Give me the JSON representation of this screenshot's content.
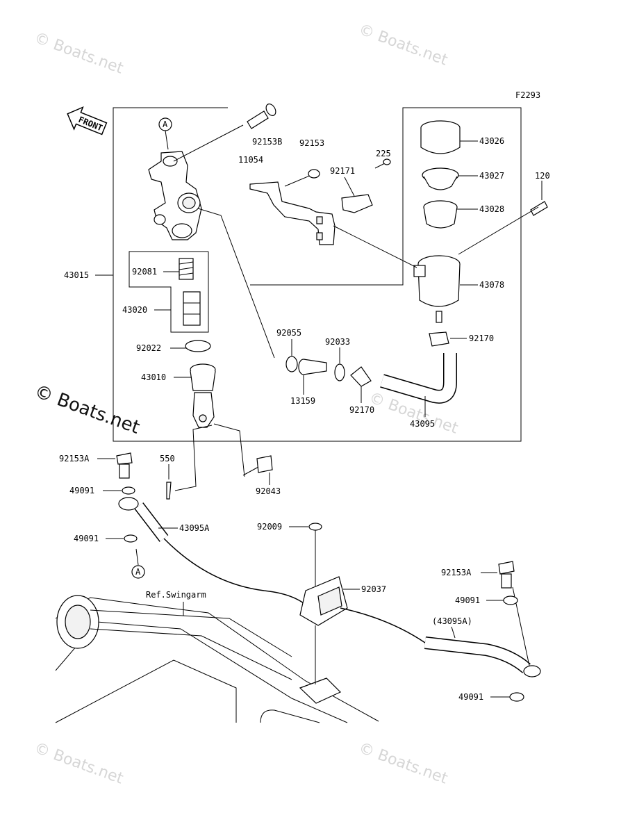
{
  "figure_code": "F2293",
  "front_label": "FRONT",
  "ref_label": "Ref.Swingarm",
  "callout_a": "A",
  "watermark": "© Boats.net",
  "colors": {
    "ink": "#000000",
    "watermark": "#d6d6d6",
    "background": "#ffffff"
  },
  "parts": {
    "p92153B": "92153B",
    "p92153": "92153",
    "p11054": "11054",
    "p92171": "92171",
    "p225": "225",
    "p120": "120",
    "p43026": "43026",
    "p43027": "43027",
    "p43028": "43028",
    "p43078": "43078",
    "p43015": "43015",
    "p92081": "92081",
    "p43020": "43020",
    "p92022": "92022",
    "p43010": "43010",
    "p92055": "92055",
    "p92033": "92033",
    "p13159": "13159",
    "p92170a": "92170",
    "p92170b": "92170",
    "p43095": "43095",
    "p92153A": "92153A",
    "p550": "550",
    "p92043": "92043",
    "p49091a": "49091",
    "p43095A": "43095A",
    "p49091b": "49091",
    "p92009": "92009",
    "p92037": "92037",
    "p92153A_b": "92153A",
    "p49091c": "49091",
    "p43095A_b": "(43095A)",
    "p49091d": "49091"
  }
}
